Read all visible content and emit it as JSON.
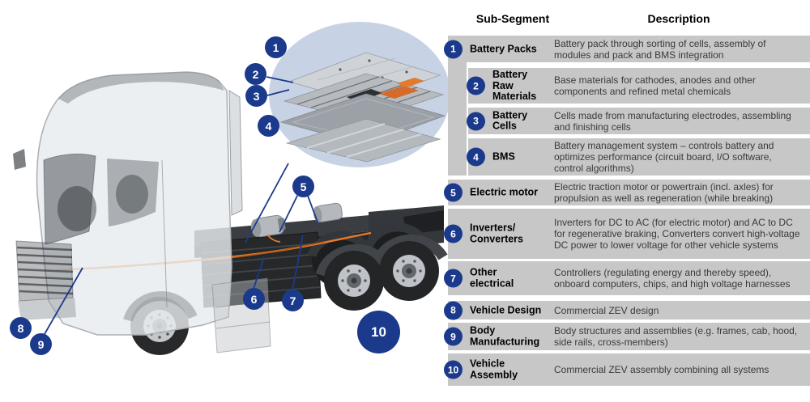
{
  "diagram": {
    "callouts": [
      "1",
      "2",
      "3",
      "4",
      "5",
      "6",
      "7",
      "8",
      "9",
      "10"
    ]
  },
  "table": {
    "header": {
      "sub_segment": "Sub-Segment",
      "description": "Description"
    },
    "rows": [
      {
        "num": "1",
        "label": "Battery Packs",
        "desc": "Battery pack through sorting of cells, assembly of modules and pack and BMS integration"
      },
      {
        "num": "2",
        "label": "Battery\nRaw\nMaterials",
        "desc": "Base materials for cathodes, anodes and other components and refined metal chemicals"
      },
      {
        "num": "3",
        "label": "Battery\nCells",
        "desc": "Cells made from manufacturing electrodes, assembling and finishing cells"
      },
      {
        "num": "4",
        "label": "BMS",
        "desc": "Battery management system – controls battery and optimizes performance (circuit board, I/O software, control algorithms)"
      },
      {
        "num": "5",
        "label": "Electric motor",
        "desc": "Electric traction motor or powertrain (incl. axles) for propulsion as well as regeneration (while breaking)"
      },
      {
        "num": "6",
        "label": "Inverters/\nConverters",
        "desc": "Inverters for DC to AC (for electric motor) and AC to DC for regenerative braking, Converters convert high-voltage DC power to lower voltage for other vehicle systems"
      },
      {
        "num": "7",
        "label": "Other\nelectrical",
        "desc": "Controllers (regulating energy and thereby speed), onboard computers, chips, and high voltage harnesses"
      },
      {
        "num": "8",
        "label": "Vehicle Design",
        "desc": "Commercial ZEV design"
      },
      {
        "num": "9",
        "label": "Body\nManufacturing",
        "desc": "Body structures and assemblies (e.g. frames, cab, hood, side rails, cross-members)"
      },
      {
        "num": "10",
        "label": "Vehicle\nAssembly",
        "desc": "Commercial ZEV assembly combining all systems"
      }
    ]
  },
  "colors": {
    "callout_navy": "#1b3a8c",
    "inset_blue": "#c7d2e5",
    "row_gray": "#c7c7c7",
    "cable_orange": "#e87a28",
    "battery_orange": "#d66a2a"
  }
}
